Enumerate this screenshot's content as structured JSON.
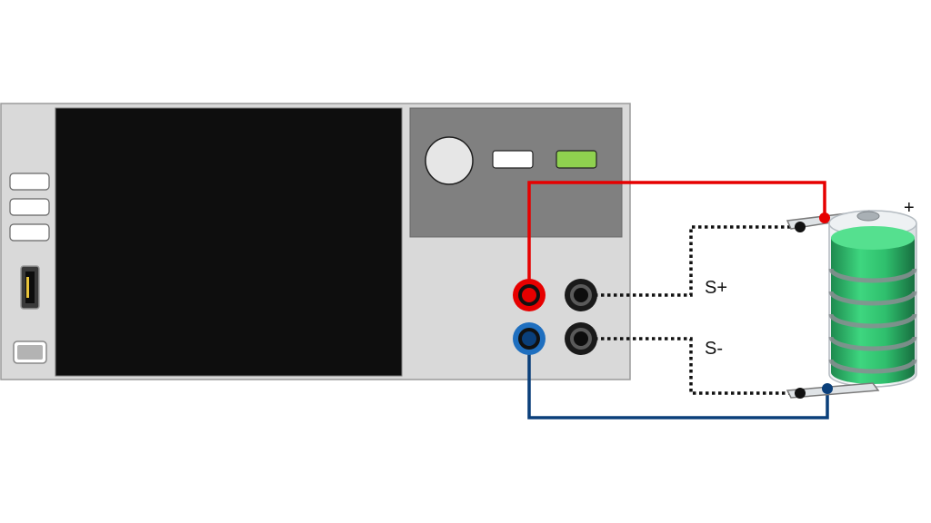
{
  "instrument": {
    "front_buttons": [
      "button",
      "button",
      "button"
    ],
    "usb_port_icon": "usb-port-icon",
    "power_switch_icon": "power-switch-icon",
    "display_state": "blank",
    "knob_icon": "rotary-knob-icon",
    "output_indicator_color": "#8fd14f"
  },
  "terminals": {
    "output_positive_color": "#e60000",
    "output_negative_color": "#1f6fbf",
    "sense_terminal_color": "#1a1a1a"
  },
  "wires": {
    "positive_color": "#e60000",
    "negative_color": "#0a3f7a",
    "sense_style": "dotted",
    "sense_color": "#111111"
  },
  "labels": {
    "sense_plus": "S+",
    "sense_minus": "S-",
    "battery_plus": "+"
  },
  "battery": {
    "icon": "battery-cell-icon",
    "fill_color": "#2ecc71"
  }
}
